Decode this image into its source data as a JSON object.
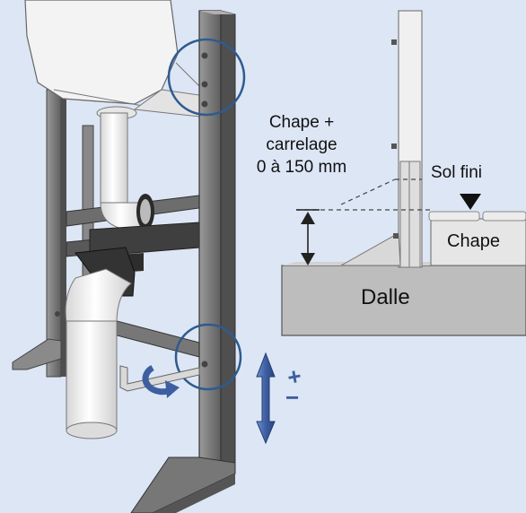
{
  "labels": {
    "chape_carrelage": [
      "Chape +",
      "carrelage",
      "0 à 150 mm"
    ],
    "sol_fini": "Sol fini",
    "chape": "Chape",
    "dalle": "Dalle"
  },
  "adjust_sign": "+\n−",
  "colors": {
    "background": "#dde6f5",
    "frame": "#8e8e8e",
    "frame_dark": "#5c5c5c",
    "ceramic": "#f2f2f2",
    "slab": "#bdbdbd",
    "screed": "#e6e6e6",
    "detail_circle": "#2e5b8f",
    "adjust_arrow": "#3d5fa0"
  }
}
